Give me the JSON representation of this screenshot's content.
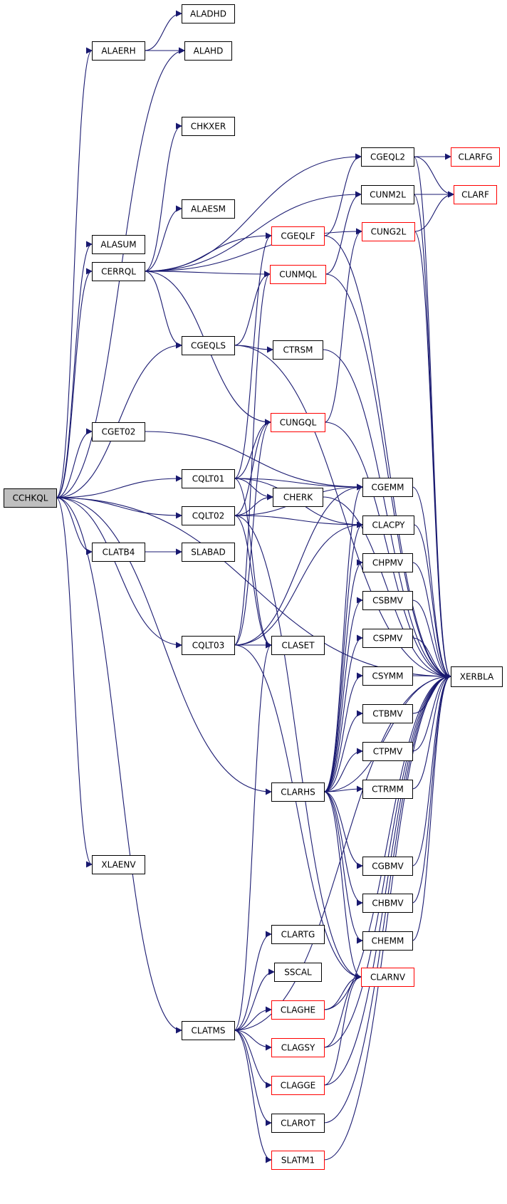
{
  "colors": {
    "edge": "#191970",
    "normal_border": "#000000",
    "red_border": "#ff0000",
    "root_fill": "#bfbfbf"
  },
  "nodes": [
    {
      "id": "CCHKQL",
      "style": "root"
    },
    {
      "id": "ALADHD",
      "style": "normal"
    },
    {
      "id": "ALAERH",
      "style": "normal"
    },
    {
      "id": "ALAHD",
      "style": "normal"
    },
    {
      "id": "CHKXER",
      "style": "normal"
    },
    {
      "id": "ALAESM",
      "style": "normal"
    },
    {
      "id": "ALASUM",
      "style": "normal"
    },
    {
      "id": "CERRQL",
      "style": "normal"
    },
    {
      "id": "CGEQLS",
      "style": "normal"
    },
    {
      "id": "CGET02",
      "style": "normal"
    },
    {
      "id": "CQLT01",
      "style": "normal"
    },
    {
      "id": "CQLT02",
      "style": "normal"
    },
    {
      "id": "CLATB4",
      "style": "normal"
    },
    {
      "id": "SLABAD",
      "style": "normal"
    },
    {
      "id": "CQLT03",
      "style": "normal"
    },
    {
      "id": "XLAENV",
      "style": "normal"
    },
    {
      "id": "CLATMS",
      "style": "normal"
    },
    {
      "id": "CGEQLF",
      "style": "red"
    },
    {
      "id": "CUNMQL",
      "style": "red"
    },
    {
      "id": "CTRSM",
      "style": "normal"
    },
    {
      "id": "CUNGQL",
      "style": "red"
    },
    {
      "id": "CHERK",
      "style": "normal"
    },
    {
      "id": "CLASET",
      "style": "normal"
    },
    {
      "id": "CLARHS",
      "style": "normal"
    },
    {
      "id": "CLARTG",
      "style": "normal"
    },
    {
      "id": "SSCAL",
      "style": "normal"
    },
    {
      "id": "CLAGHE",
      "style": "red"
    },
    {
      "id": "CLAGSY",
      "style": "red"
    },
    {
      "id": "CLAGGE",
      "style": "red"
    },
    {
      "id": "CLAROT",
      "style": "normal"
    },
    {
      "id": "SLATM1",
      "style": "red"
    },
    {
      "id": "CGEQL2",
      "style": "normal"
    },
    {
      "id": "CUNM2L",
      "style": "normal"
    },
    {
      "id": "CUNG2L",
      "style": "red"
    },
    {
      "id": "CGEMM",
      "style": "normal"
    },
    {
      "id": "CLACPY",
      "style": "normal"
    },
    {
      "id": "CHPMV",
      "style": "normal"
    },
    {
      "id": "CSBMV",
      "style": "normal"
    },
    {
      "id": "CSPMV",
      "style": "normal"
    },
    {
      "id": "CSYMM",
      "style": "normal"
    },
    {
      "id": "CTBMV",
      "style": "normal"
    },
    {
      "id": "CTPMV",
      "style": "normal"
    },
    {
      "id": "CTRMM",
      "style": "normal"
    },
    {
      "id": "CGBMV",
      "style": "normal"
    },
    {
      "id": "CHBMV",
      "style": "normal"
    },
    {
      "id": "CHEMM",
      "style": "normal"
    },
    {
      "id": "CLARNV",
      "style": "red"
    },
    {
      "id": "CLARFG",
      "style": "red"
    },
    {
      "id": "CLARF",
      "style": "red"
    },
    {
      "id": "XERBLA",
      "style": "normal"
    }
  ]
}
